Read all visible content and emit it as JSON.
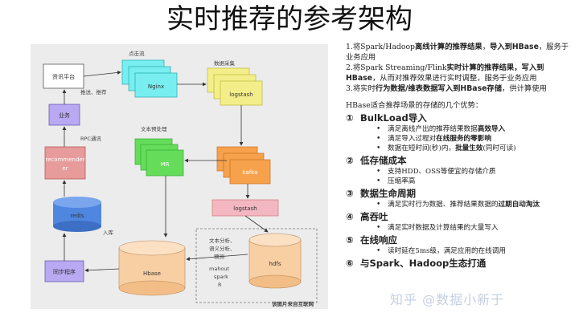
{
  "title": "实时推荐的参考架构",
  "diagram": {
    "labels": {
      "dianjiliu": "点击流",
      "shujucaiji": "数据采集",
      "wenben": "文本预处理",
      "rpc": "RPC通讯",
      "tuisong": "推送、推荐",
      "ruku": "入库",
      "source": "该图片来自互联网"
    },
    "nodes": {
      "zixun": "资讯平台",
      "yewu": "业务",
      "recommender": "recommender",
      "redis": "redis",
      "tongbu": "同步程序",
      "hbase": "Hbase",
      "nginx": "Nginx",
      "logstash1": "logstash",
      "kafka": "kafka",
      "logstash2": "logstash",
      "mr": "MR",
      "hdfs": "hdfs",
      "mahout": "mahout",
      "spark": "spark",
      "r": "R",
      "analysis": [
        "文本分析、",
        "语义分析、",
        "预测"
      ]
    }
  },
  "text": {
    "p1_pre": "1.将Spark/Hadoop",
    "p1_b1": "离线计算的推荐结果",
    "p1_mid": "，",
    "p1_b2": "导入到HBase",
    "p1_post": "，服务于业务应用",
    "p2_pre": "2.将Spark Streaming/Flink",
    "p2_b1": "实时计算的推荐结果，写入到HBase",
    "p2_post": "，从而对推荐效果进行实时调整，服务于业务应用",
    "p3_pre": "3.将实时",
    "p3_b1": "行为数据/维表数据写入到HBase存储",
    "p3_post": "，供计算使用",
    "intro": "HBase适合推荐场景的存储的几个优势：",
    "adv": [
      {
        "num": "①",
        "title": "BulkLoad导入",
        "bullets": [
          {
            "pre": "满足离线产出的推荐结果数据",
            "bold": "高效导入",
            "post": ""
          },
          {
            "pre": "满足导入过程对",
            "bold": "在线服务的零影响",
            "post": ""
          },
          {
            "pre": "数据在短时间(秒)内，",
            "bold": "批量生效",
            "post": "(同时可读)"
          }
        ]
      },
      {
        "num": "②",
        "title": "低存储成本",
        "bullets": [
          {
            "pre": "支持HDD、OSS等便宜的存储介质",
            "bold": "",
            "post": ""
          },
          {
            "pre": "压缩率高",
            "bold": "",
            "post": ""
          }
        ]
      },
      {
        "num": "③",
        "title": "数据生命周期",
        "bullets": [
          {
            "pre": "满足实时行为数据、推荐结果数据的",
            "bold": "过期自动淘汰",
            "post": ""
          }
        ]
      },
      {
        "num": "④",
        "title": "高吞吐",
        "bullets": [
          {
            "pre": "满足实时数据及计算结果的大量写入",
            "bold": "",
            "post": ""
          }
        ]
      },
      {
        "num": "⑤",
        "title": "在线响应",
        "bullets": [
          {
            "pre": "读时延在5ms级，满足应用的在线调用",
            "bold": "",
            "post": ""
          }
        ]
      },
      {
        "num": "⑥",
        "title": "与Spark、Hadoop生态打通",
        "bullets": []
      }
    ],
    "watermark": "知乎 @数据小新于"
  },
  "colors": {
    "purple": "#b8a9f2",
    "red": "#e79b9b",
    "blue": "#4f86e0",
    "cyan": "#78eef0",
    "yellow": "#f4ee8a",
    "orange": "#f6a24c",
    "pink": "#f3b7c2",
    "green": "#66dd5a",
    "peach": "#f7cfa3"
  }
}
